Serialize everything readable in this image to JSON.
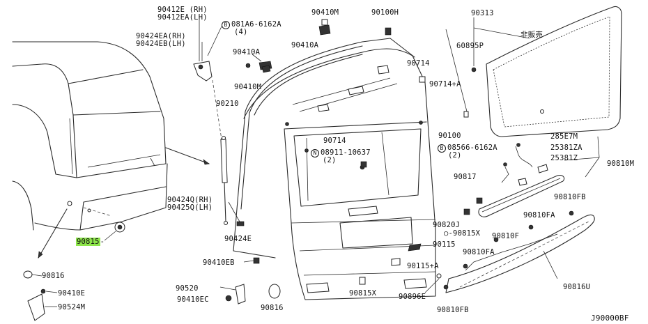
{
  "labels": {
    "p90412E": "90412E (RH)",
    "p90412EA": "90412EA(LH)",
    "p90424EA": "90424EA(RH)",
    "p90424EB": "90424EB(LH)",
    "bolt1_marker": "B",
    "bolt1_num": "081A6-6162A",
    "bolt1_qty": "(4)",
    "p90410M_a": "90410M",
    "p90100H": "90100H",
    "p90313": "90313",
    "glass_note": "非販売",
    "p60895P": "60895P",
    "p90410A_a": "90410A",
    "p90410A_b": "90410A",
    "p90714_a": "90714",
    "p90410M_b": "90410M",
    "p90714A_a": "90714+A",
    "p90210": "90210",
    "p90714_b": "90714",
    "n_marker": "N",
    "n_num": "08911-10637",
    "n_qty": "(2)",
    "p90100": "90100",
    "bolt2_marker": "B",
    "bolt2_num": "08566-6162A",
    "bolt2_qty": "(2)",
    "p285E7M": "285E7M",
    "p25381ZA": "25381ZA",
    "p25381Z": "25381Z",
    "p90810M": "90810M",
    "p90817": "90817",
    "p90424Q": "90424Q(RH)",
    "p90425Q": "90425Q(LH)",
    "p90810FB_a": "90810FB",
    "p90810FA_a": "90810FA",
    "p90820J": "90820J",
    "p90815X_a": "90815X",
    "p90810F": "90810F",
    "p90424E": "90424E",
    "p90115": "90115",
    "p90815": "90815",
    "p90810FA_b": "90810FA",
    "p90410EB": "90410EB",
    "p90115A": "90115+A",
    "p90816_a": "90816",
    "p90816U": "90816U",
    "p90520": "90520",
    "p90410E": "90410E",
    "p90815X_b": "90815X",
    "p90896E": "90896E",
    "p90410EC": "90410EC",
    "p90816_b": "90816",
    "p90524M": "90524M",
    "p90810FB_b": "90810FB",
    "diagram_code": "J90000BF"
  },
  "colors": {
    "highlight": "#8de54a",
    "line": "#2a2a2a",
    "background": "#ffffff"
  }
}
